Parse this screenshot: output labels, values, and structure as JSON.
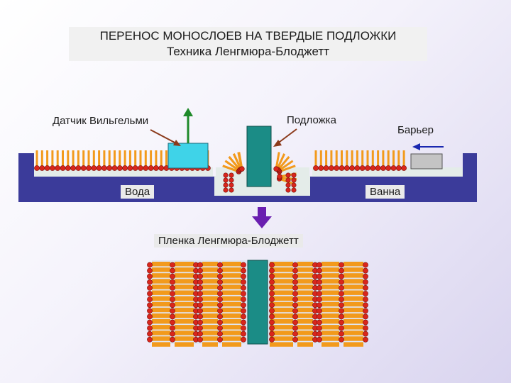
{
  "title": {
    "line1": "ПЕРЕНОС МОНОСЛОЕВ НА ТВЕРДЫЕ ПОДЛОЖКИ",
    "line2": "Техника Ленгмюра-Блоджетт"
  },
  "labels": {
    "wilhelmy_sensor": "Датчик Вильгельми",
    "substrate": "Подложка",
    "barrier": "Барьер",
    "water": "Вода",
    "bath": "Ванна",
    "lb_film": "Пленка Ленгмюра-Блоджетт"
  },
  "colors": {
    "trough": "#3b3b9a",
    "water": "#e4ece9",
    "tail": "#f29a1c",
    "head": "#d9261c",
    "substrate": "#1b8c86",
    "sensor": "#3fd3e8",
    "barrier_block": "#c4c4c4",
    "up_arrow": "#1f8a2a",
    "pointer_arrow": "#8b3a1b",
    "barrier_arrow": "#1a28b0",
    "down_arrow": "#6a1fb0"
  }
}
